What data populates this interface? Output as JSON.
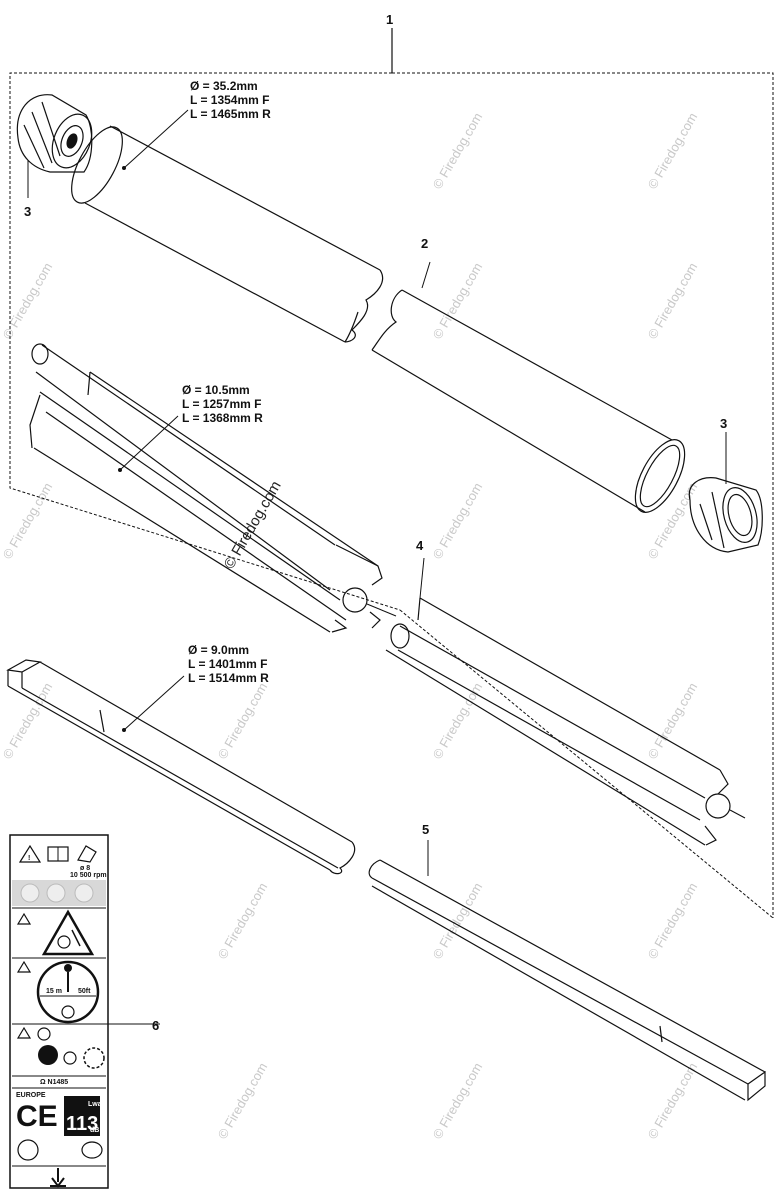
{
  "callouts": {
    "c1": "1",
    "c2": "2",
    "c3a": "3",
    "c3b": "3",
    "c4": "4",
    "c5": "5",
    "c6": "6"
  },
  "specs": {
    "tube": {
      "diameter": "Ø = 35.2mm",
      "length_f": "L = 1354mm F",
      "length_r": "L = 1465mm R"
    },
    "liner": {
      "diameter": "Ø = 10.5mm",
      "length_f": "L = 1257mm F",
      "length_r": "L = 1368mm R"
    },
    "shaft": {
      "diameter": "Ø = 9.0mm",
      "length_f": "L = 1401mm F",
      "length_r": "L = 1514mm R"
    }
  },
  "watermark": "© Firedog.com",
  "decal": {
    "rpm_line1": "ø 8",
    "rpm_line2": "10 500 rpm",
    "angle_left": "15 m",
    "angle_right": "50ft",
    "part_code": "Ω N1485",
    "region": "EUROPE",
    "ce_mark": "CE",
    "sound_value": "113",
    "sound_unit": "dB",
    "sound_label": "Lwa"
  },
  "colors": {
    "ink": "#111111",
    "watermark": "#c9c9c9",
    "decal_band": "#d8d8d8"
  }
}
